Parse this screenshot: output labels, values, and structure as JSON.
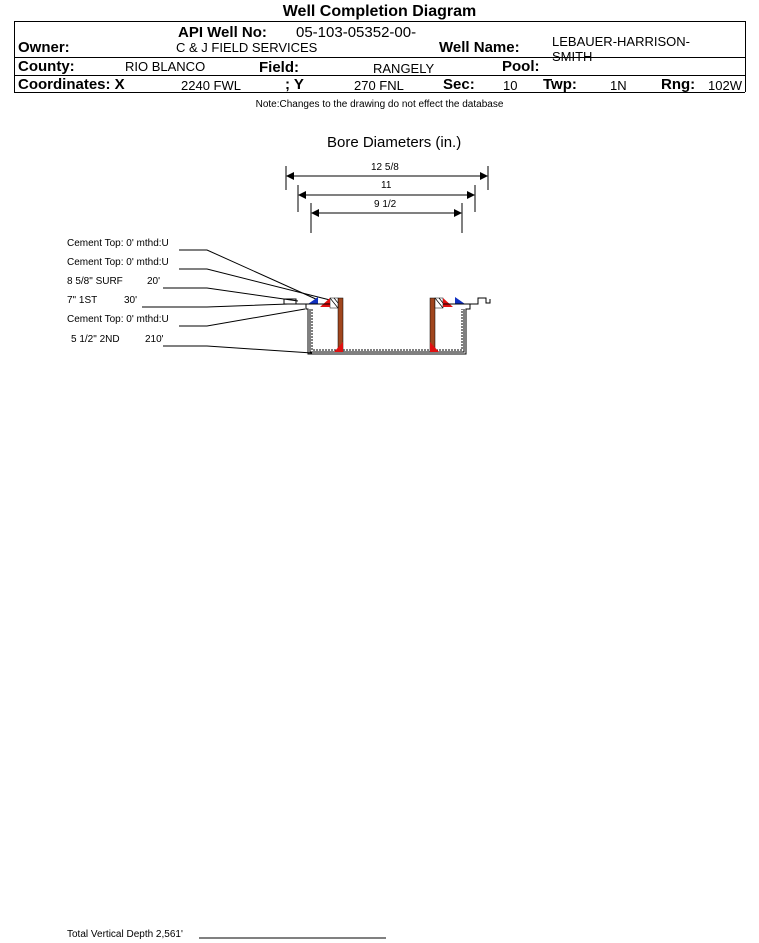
{
  "header": {
    "title": "Well Completion Diagram",
    "api_label": "API Well No:",
    "api_value": "05-103-05352-00-",
    "owner_label": "Owner:",
    "owner_value": "C & J FIELD SERVICES",
    "well_name_label": "Well Name:",
    "well_name_value": "LEBAUER-HARRISON-SMITH",
    "county_label": "County:",
    "county_value": "RIO BLANCO",
    "field_label": "Field:",
    "field_value": "RANGELY",
    "pool_label": "Pool:",
    "pool_value": "",
    "coord_label": "Coordinates: X",
    "coord_x_value": "2240 FWL",
    "coord_y_label": "; Y",
    "coord_y_value": "270 FNL",
    "sec_label": "Sec:",
    "sec_value": "10",
    "twp_label": "Twp:",
    "twp_value": "1N",
    "rng_label": "Rng:",
    "rng_value": "102W",
    "note": "Note:Changes to the drawing do not effect the database"
  },
  "bore": {
    "title": "Bore Diameters (in.)",
    "diameters": [
      "12 5/8",
      "11",
      "9 1/2"
    ]
  },
  "callouts": [
    "Cement Top: 0' mthd:U",
    "Cement Top: 0' mthd:U",
    "8 5/8\" SURF",
    "20'",
    "7\" 1ST",
    "30'",
    "Cement Top: 0' mthd:U",
    "5 1/2\" 2ND",
    "210'"
  ],
  "footer": {
    "tvd": "Total Vertical Depth 2,561'"
  },
  "colors": {
    "casing": "#a0461e",
    "cement_red": "#e01010",
    "cement_blue": "#1030c0"
  }
}
